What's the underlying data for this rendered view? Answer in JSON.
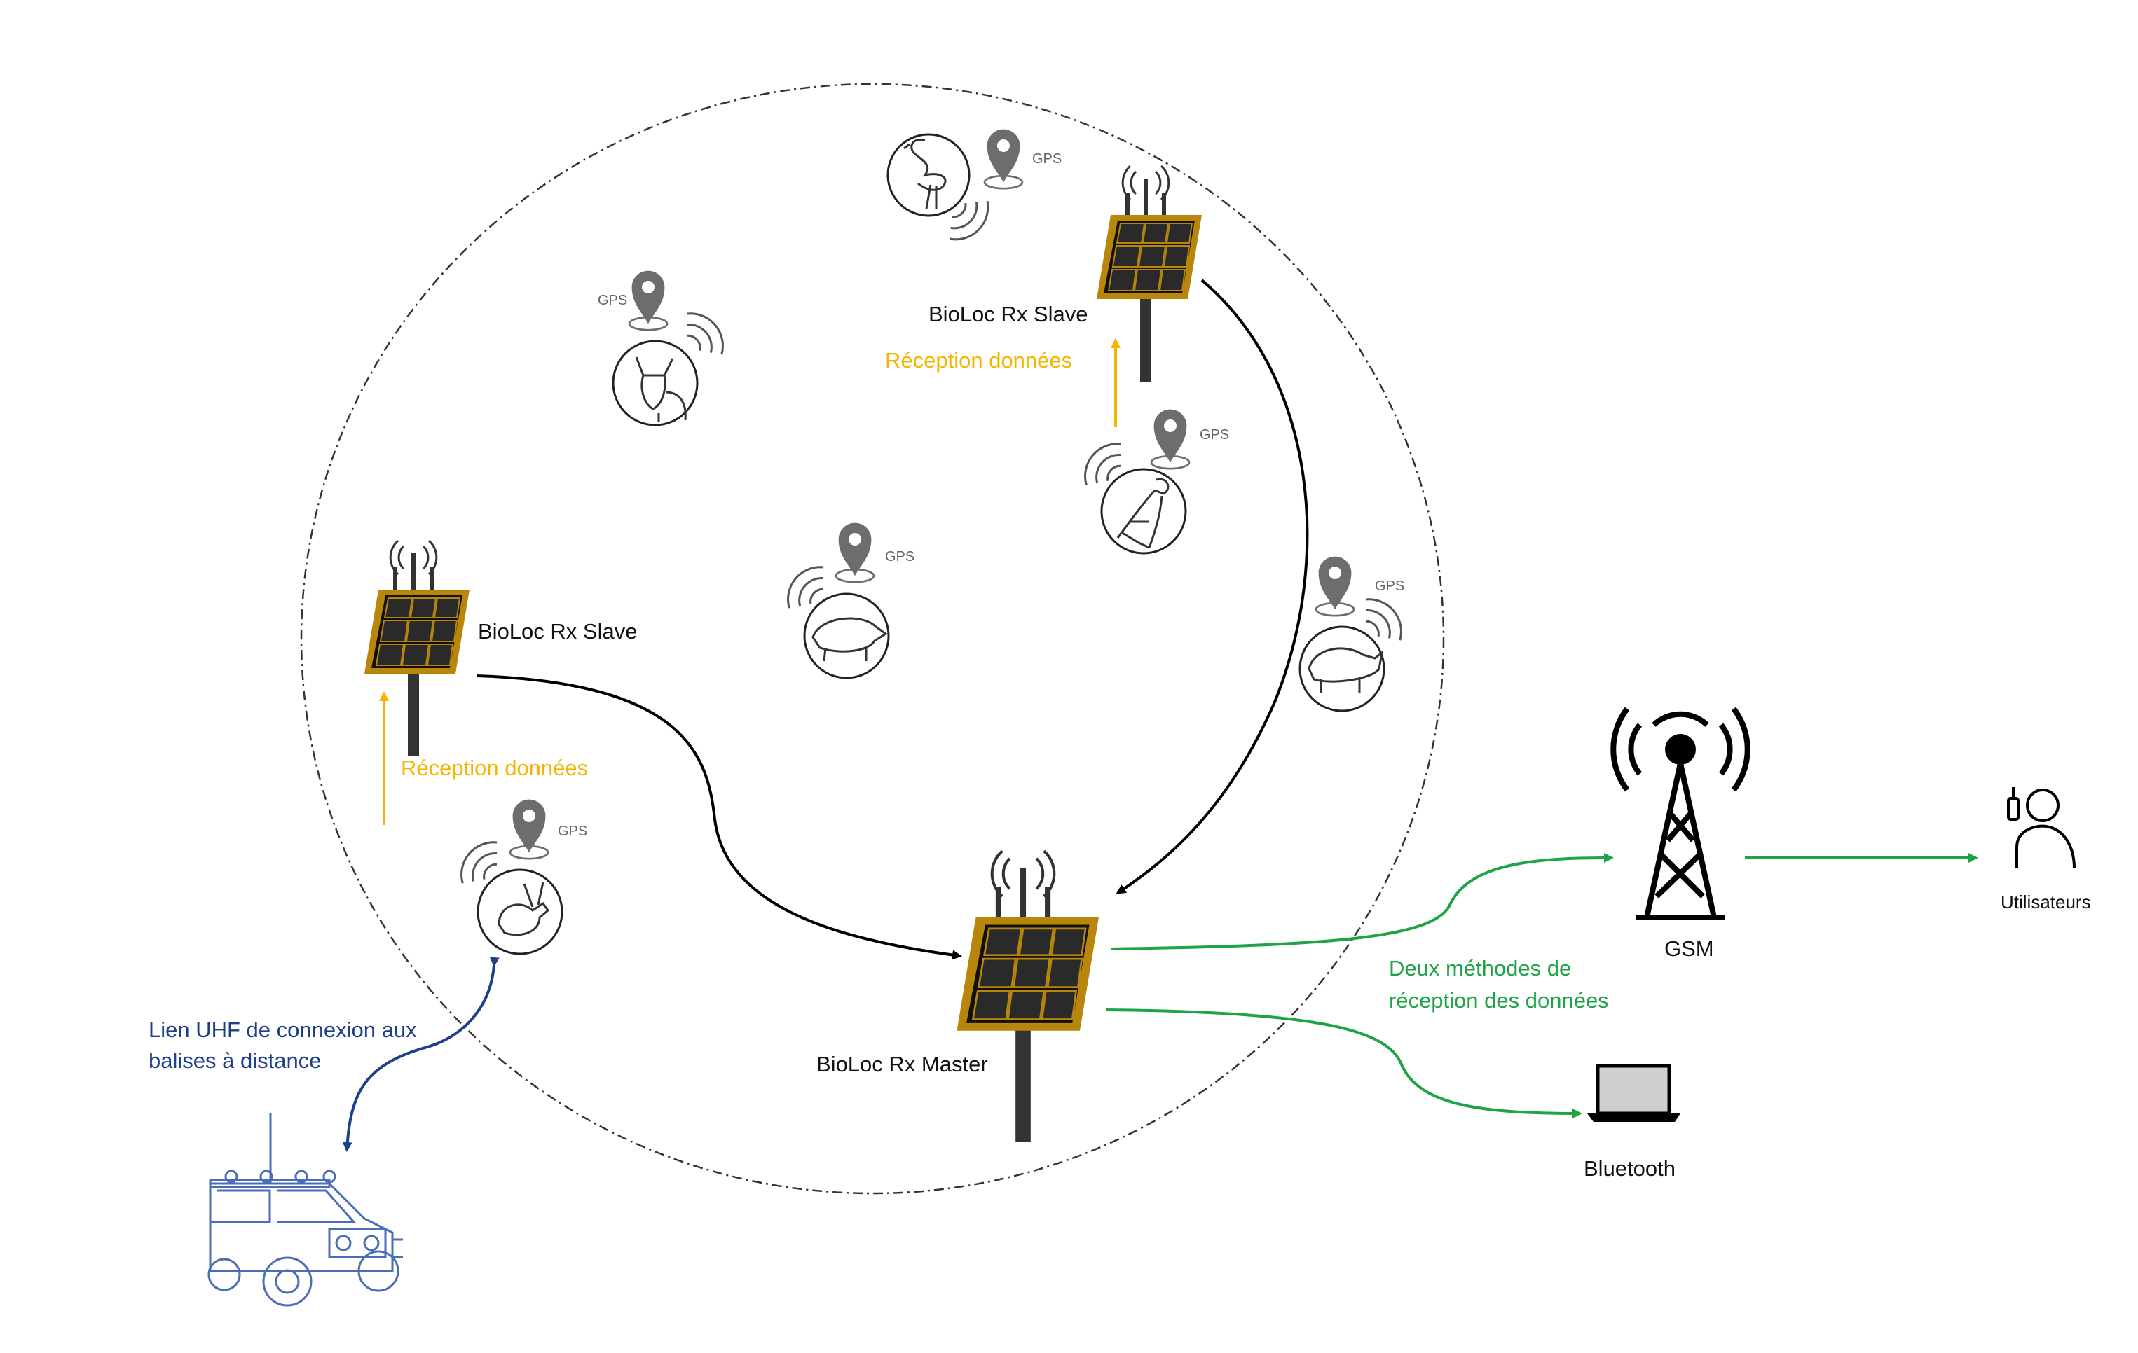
{
  "colors": {
    "arrow_black": "#000000",
    "arrow_orange": "#f4b400",
    "arrow_green": "#1fa347",
    "arrow_blue": "#1e3f8a",
    "panel_frame": "#b8860b",
    "panel_cell": "#1b1b1b",
    "pole": "#333333",
    "gps_pin": "#6d6d6d"
  },
  "labels": {
    "slave_top": "BioLoc Rx Slave",
    "slave_left": "BioLoc Rx Slave",
    "master": "BioLoc Rx Master",
    "reception_top": "Réception données",
    "reception_left": "Réception données",
    "uhf_line1": "Lien UHF de connexion aux",
    "uhf_line2": "balises à distance",
    "methods_line1": "Deux méthodes de",
    "methods_line2": "réception des données",
    "gsm": "GSM",
    "bluetooth": "Bluetooth",
    "users": "Utilisateurs"
  },
  "gps_label": "GPS",
  "icons": {
    "panel": "solar-panel-icon",
    "pin": "gps-pin-icon",
    "signal": "signal-waves-icon",
    "tower": "cell-tower-icon",
    "laptop": "laptop-icon",
    "user": "user-radio-icon",
    "vehicle": "4x4-vehicle-icon",
    "flamingo": "flamingo-icon",
    "donkey": "donkey-icon",
    "eagle": "eagle-icon",
    "boar": "boar-icon",
    "rhino": "rhino-icon",
    "rabbit": "rabbit-icon"
  }
}
